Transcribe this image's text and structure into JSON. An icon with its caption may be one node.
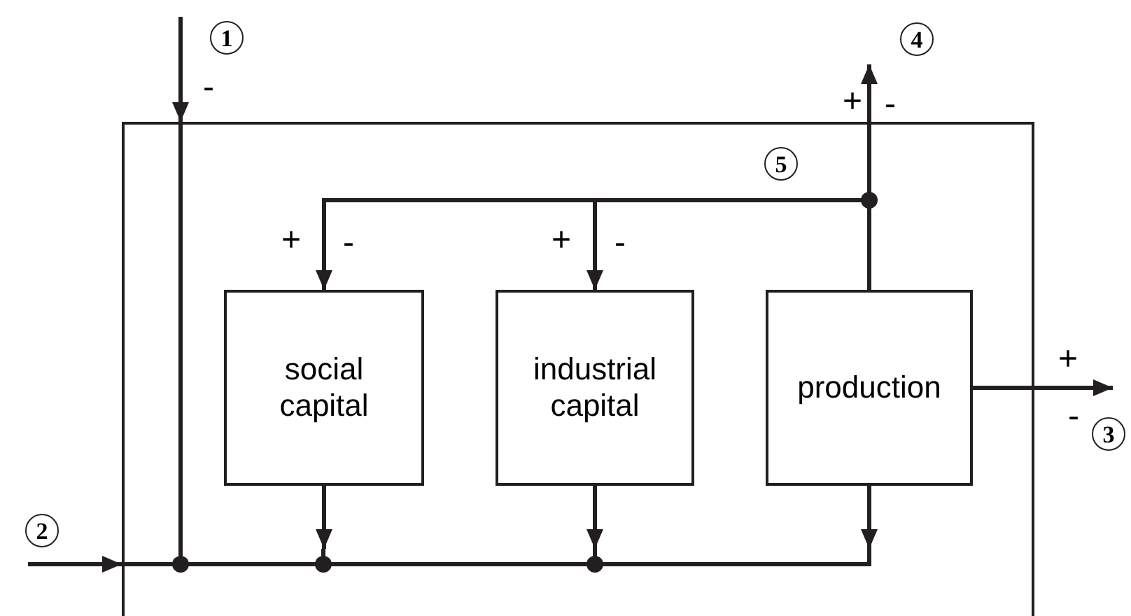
{
  "diagram": {
    "nodes": [
      {
        "text": [],
        "shape": "box"
      },
      {
        "text": [
          "social capital"
        ],
        "in": 0
      },
      {
        "text": [
          "industrial capital"
        ],
        "in": 0
      },
      {
        "text": [
          "production"
        ],
        "in": 0
      }
    ],
    "edges": [
      {
        "from": null,
        "to": 0,
        "arrow": "to"
      },
      {
        "from": null,
        "to": 0,
        "arrow": "to"
      },
      {
        "from": 3,
        "to": null,
        "arrow": "to"
      },
      {
        "from": 3,
        "to": null,
        "arrow": "to"
      },
      {
        "from": 3,
        "to": 1,
        "arrow": "to"
      },
      {
        "from": 3,
        "to": 2,
        "arrow": "to"
      },
      {
        "from": 1,
        "to": null,
        "arrow": "to"
      },
      {
        "from": 2,
        "to": null,
        "arrow": "to"
      },
      {
        "from": 3,
        "to": null,
        "arrow": "to"
      }
    ],
    "labels": [
      "1",
      "4",
      "-",
      "+",
      "-",
      "5",
      "+",
      "-",
      "+",
      "-",
      "+",
      "-",
      "3",
      "2"
    ]
  }
}
